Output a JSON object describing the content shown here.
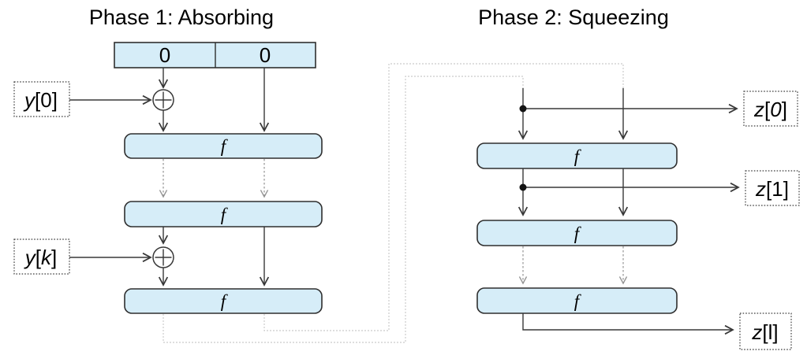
{
  "titles": {
    "phase1": "Phase 1: Absorbing",
    "phase2": "Phase 2: Squeezing"
  },
  "state": {
    "cells": [
      "0",
      "0"
    ]
  },
  "f_label": "f",
  "io_labels": {
    "y0": [
      "y",
      "[0]"
    ],
    "yk": [
      "y",
      "[",
      "k",
      "]"
    ],
    "z0": [
      "z",
      "[",
      "0",
      "]"
    ],
    "z1": [
      "z",
      "[1]"
    ],
    "zl": [
      "z",
      "[l]"
    ]
  },
  "colors": {
    "box_fill": "#d6edf8",
    "box_stroke": "#2f2f2f",
    "line": "#383838",
    "dashed": "#949494",
    "dotted": "#cbcbcb"
  }
}
